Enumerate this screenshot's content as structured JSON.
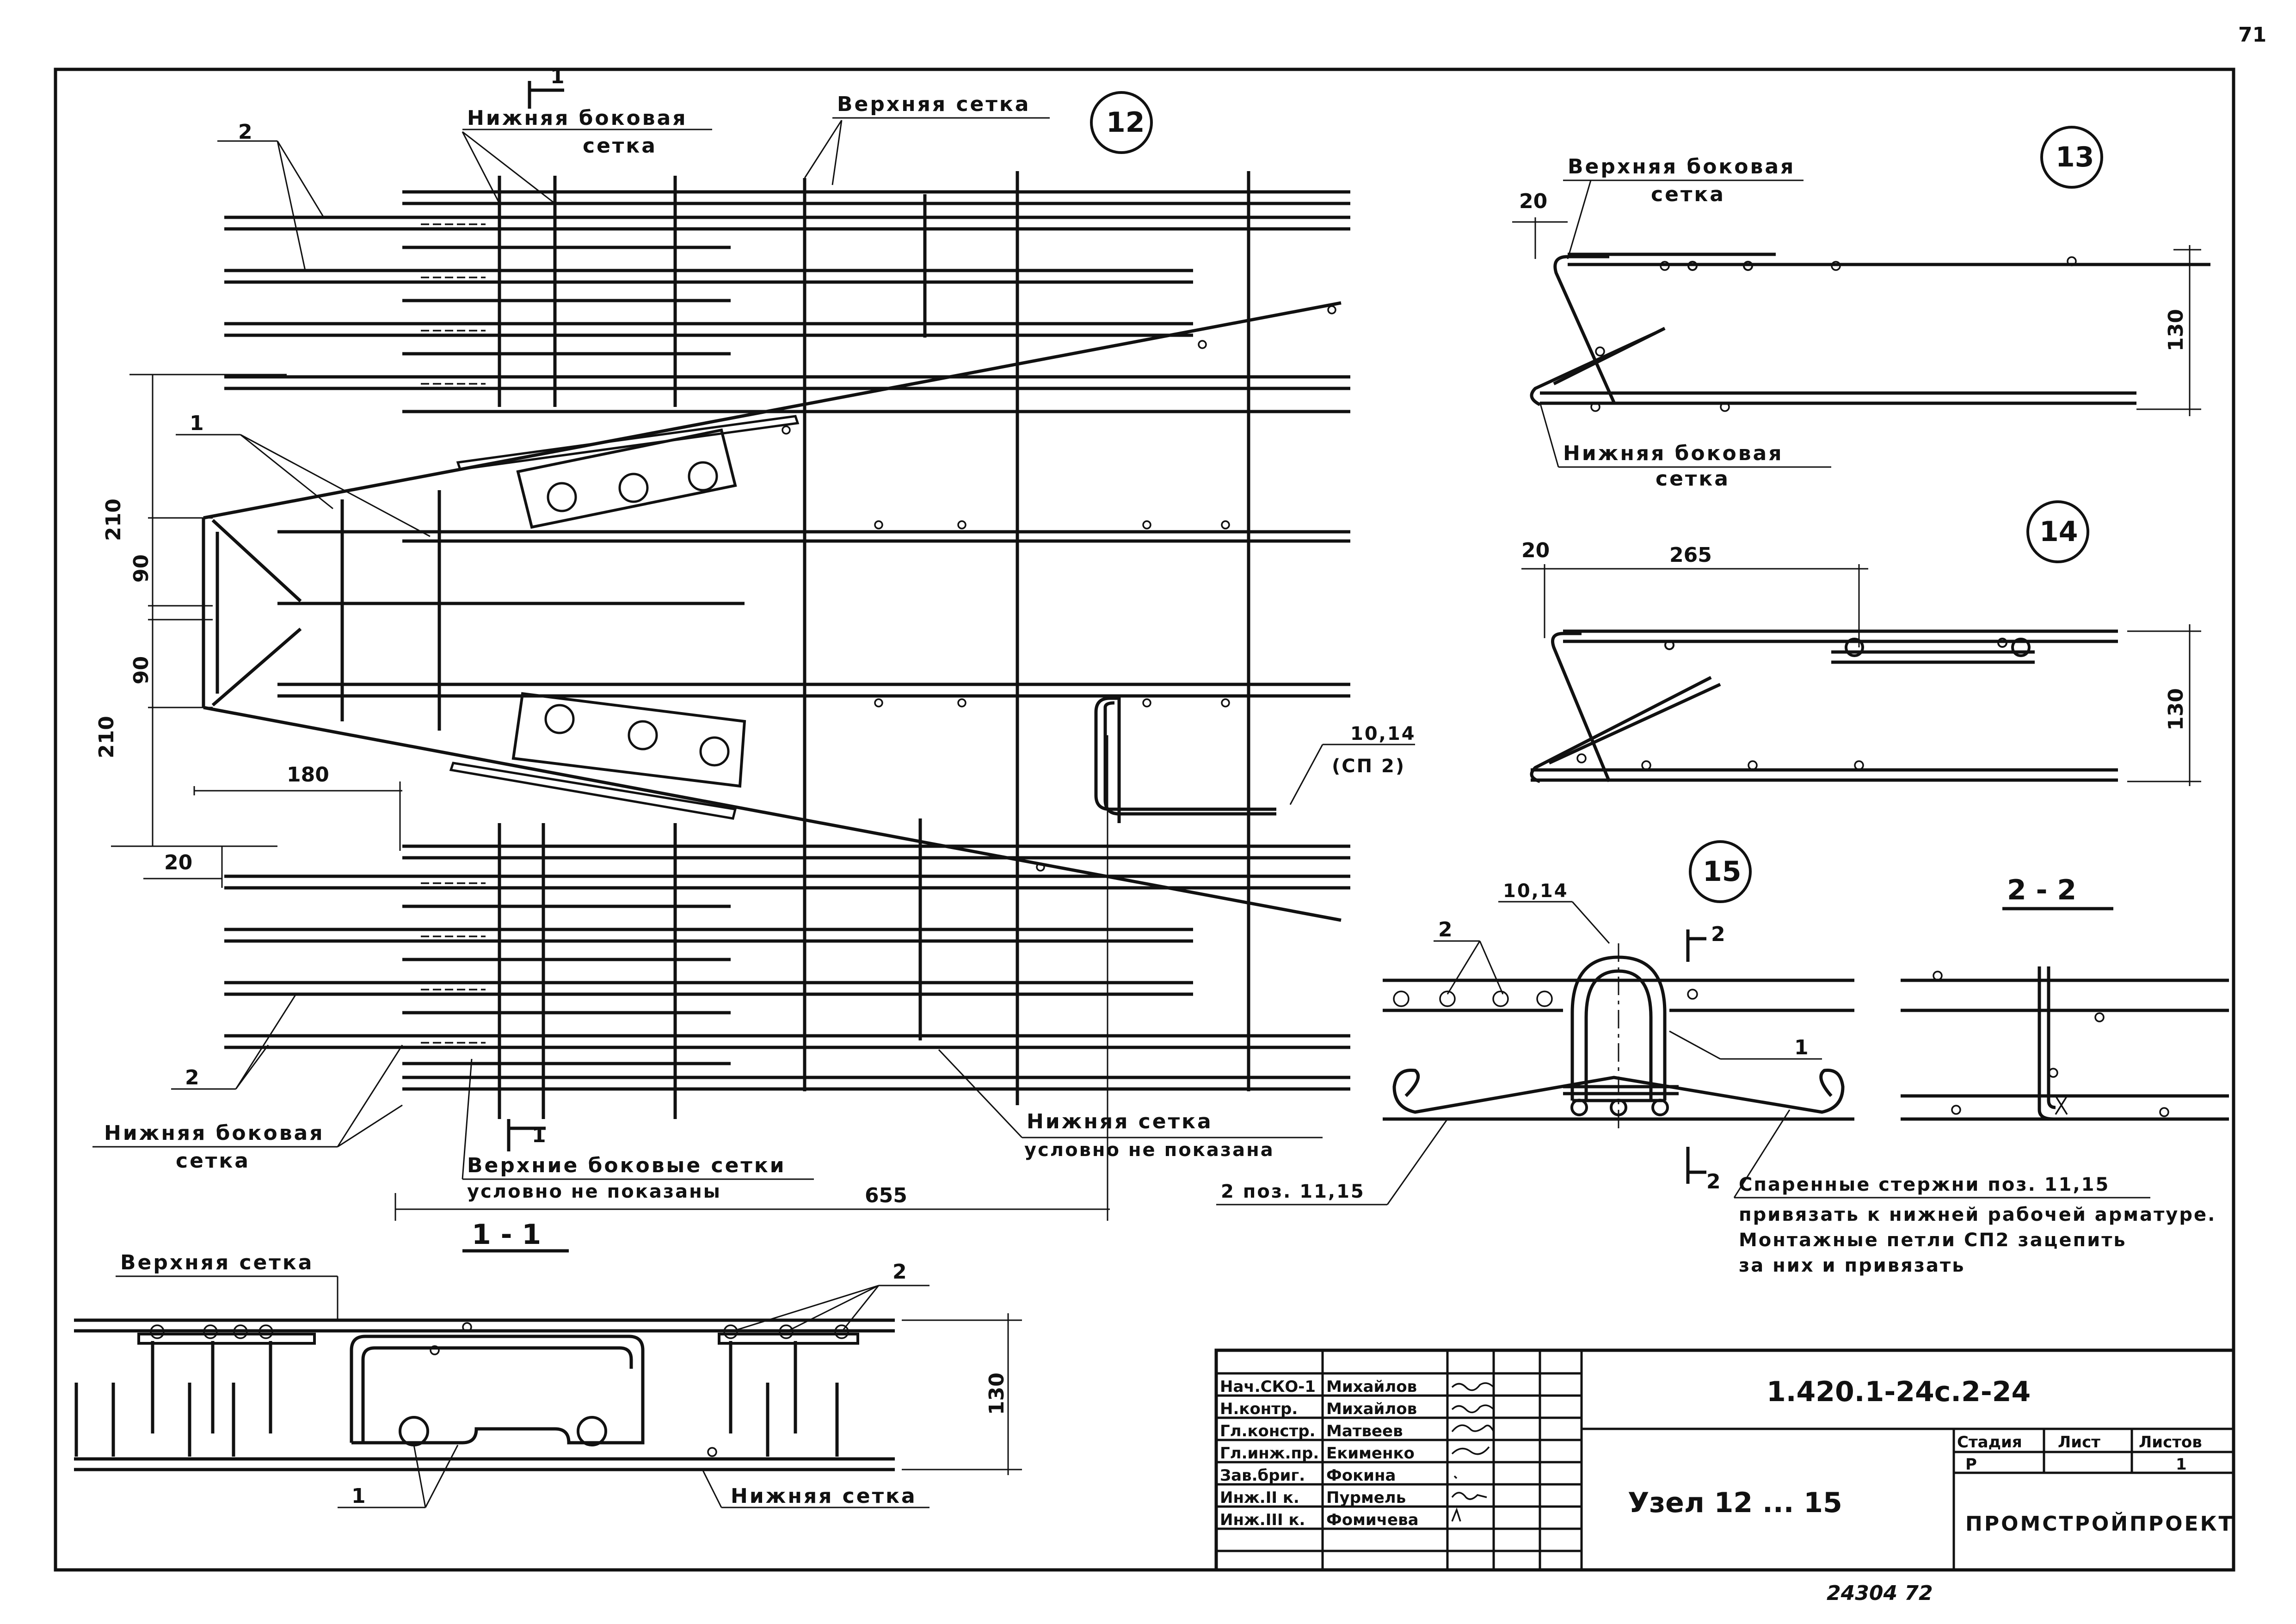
{
  "page_number": "71",
  "bottom_stamp": "24304 72",
  "node12": {
    "node_label": "12",
    "lower_side_mesh": "Нижняя боковая",
    "lower_side_mesh_2": "сетка",
    "upper_mesh": "Верхняя сетка",
    "bar_2": "2",
    "bar_1": "1",
    "section_mark": "1",
    "dim_210a": "210",
    "dim_90a": "90",
    "dim_90b": "90",
    "dim_210b": "210",
    "dim_180": "180",
    "dim_20": "20",
    "dim_655": "655",
    "loop_ref": "10,14",
    "loop_ref2": "(СП 2)",
    "lower_side_mesh_bottom": "Нижняя боковая",
    "lower_side_mesh_bottom_2": "сетка",
    "upper_side_meshes": "Верхние боковые сетки",
    "upper_side_meshes_2": "условно не показаны",
    "lower_mesh": "Нижняя сетка",
    "lower_mesh_2": "условно не показана"
  },
  "section11": {
    "title": "1 - 1",
    "upper_mesh": "Верхняя сетка",
    "lower_mesh": "Нижняя сетка",
    "bar_2": "2",
    "bar_1": "1",
    "dim_130": "130"
  },
  "node13": {
    "node_label": "13",
    "upper_side_mesh": "Верхняя боковая",
    "upper_side_mesh_2": "сетка",
    "lower_side_mesh": "Нижняя боковая",
    "lower_side_mesh_2": "сетка",
    "dim_20": "20",
    "dim_130": "130"
  },
  "node14": {
    "node_label": "14",
    "dim_20": "20",
    "dim_265": "265",
    "dim_130": "130"
  },
  "node15": {
    "node_label": "15",
    "loop_ref": "10,14",
    "bar_2": "2",
    "bar_1": "1",
    "section_mark": "2",
    "pos_ref": "2 поз. 11,15",
    "note_1": "Спаренные стержни поз. 11,15",
    "note_2": "привязать к нижней рабочей арматуре.",
    "note_3": "Монтажные петли СП2 зацепить",
    "note_4": "за них и привязать"
  },
  "section22": {
    "title": "2 - 2"
  },
  "title_block": {
    "roles": [
      "Нач.СКО-1",
      "Н.контр.",
      "Гл.констр.",
      "Гл.инж.пр.",
      "Зав.бриг.",
      "Инж.II к.",
      "Инж.III к."
    ],
    "names": [
      "Михайлов",
      "Михайлов",
      "Матвеев",
      "Екименко",
      "Фокина",
      "Пурмель",
      "Фомичева"
    ],
    "document_code": "1.420.1-24с.2-24",
    "drawing_title": "Узел 12 ... 15",
    "stage_header": "Стадия",
    "sheet_header": "Лист",
    "sheets_header": "Листов",
    "stage": "Р",
    "sheet": "",
    "sheets": "1",
    "organization": "ПРОМСТРОЙПРОЕКТ"
  }
}
